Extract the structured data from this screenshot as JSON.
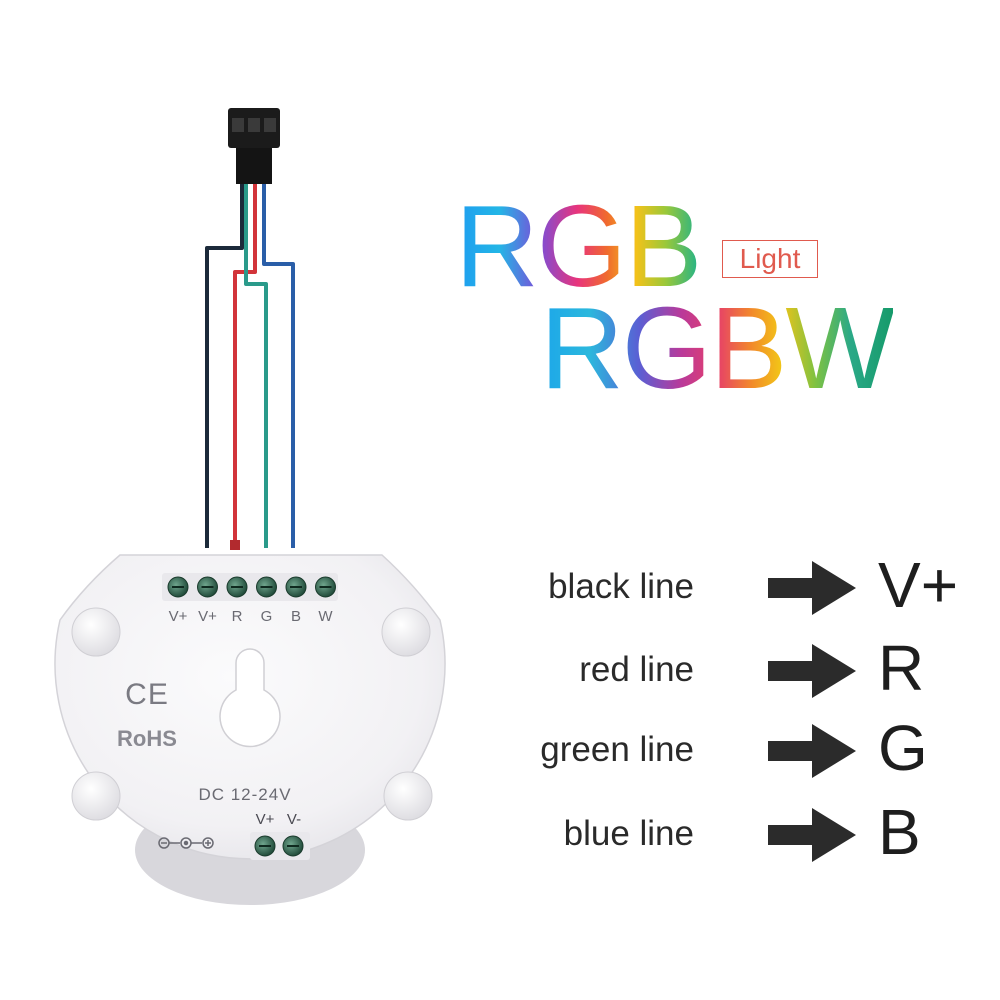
{
  "title": {
    "line1": "RGB",
    "badge": "Light",
    "line2": "RGBW"
  },
  "device": {
    "terminals": [
      "V+",
      "V+",
      "R",
      "G",
      "B",
      "W"
    ],
    "power_terminals": [
      "V+",
      "V-"
    ],
    "ce_mark": "CE",
    "rohs_mark": "RoHS",
    "voltage": "DC 12-24V"
  },
  "wires": [
    {
      "name": "black",
      "color": "#1c2a3a"
    },
    {
      "name": "red",
      "color": "#d2343a"
    },
    {
      "name": "green",
      "color": "#2a9a8a"
    },
    {
      "name": "blue",
      "color": "#2a5ea8"
    }
  ],
  "mapping": [
    {
      "label": "black line",
      "target": "V+"
    },
    {
      "label": "red line",
      "target": "R"
    },
    {
      "label": "green line",
      "target": "G"
    },
    {
      "label": "blue line",
      "target": "B"
    }
  ],
  "colors": {
    "badge": "#e05a4e",
    "arrow": "#2b2b2b",
    "device_body": "#f4f3f5"
  }
}
